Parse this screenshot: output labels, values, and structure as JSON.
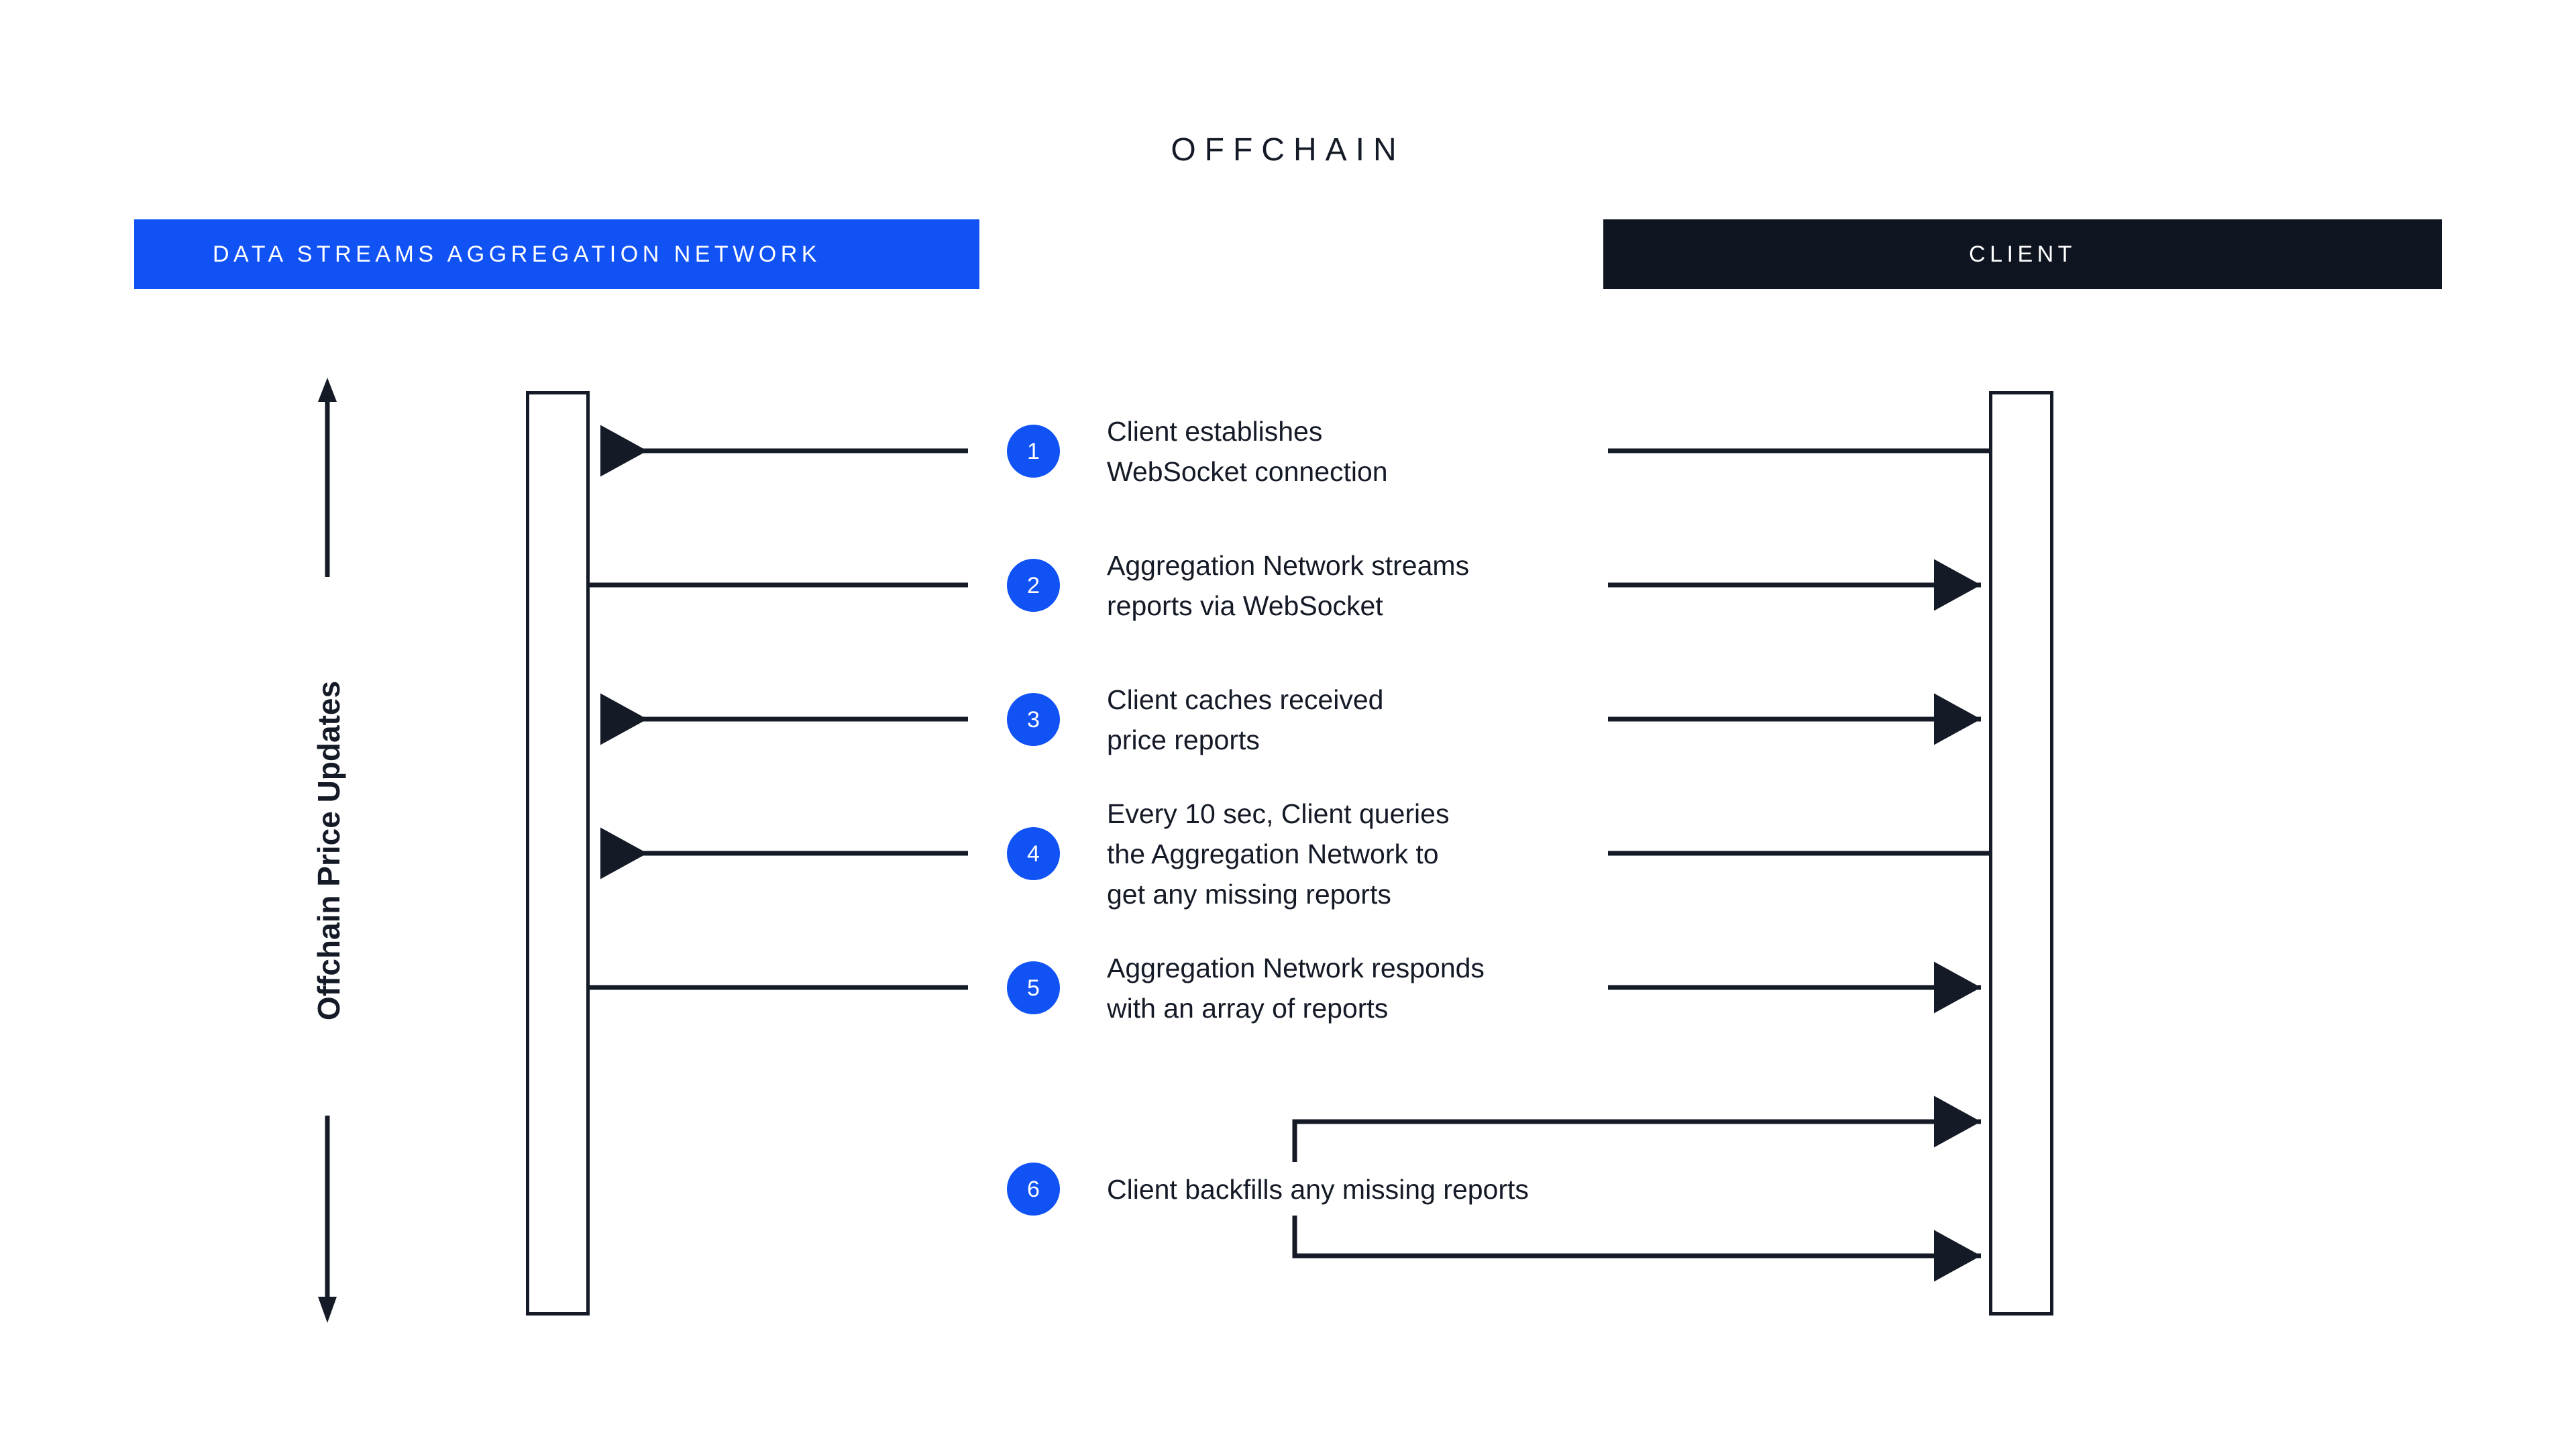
{
  "diagram": {
    "title": "OFFCHAIN",
    "type": "sequence-diagram",
    "axis_label": "Offchain Price Updates",
    "lanes": [
      {
        "id": "network",
        "label": "DATA STREAMS AGGREGATION NETWORK",
        "color": "#1152F5",
        "text_color": "#FFFFFF"
      },
      {
        "id": "client",
        "label": "CLIENT",
        "color": "#0E1420",
        "text_color": "#FFFFFF"
      }
    ],
    "accent_color": "#1152F5",
    "line_color": "#141A26",
    "background_color": "#FFFFFF",
    "steps": [
      {
        "number": "1",
        "text": "Client establishes\nWebSocket connection"
      },
      {
        "number": "2",
        "text": "Aggregation Network streams\nreports via WebSocket"
      },
      {
        "number": "3",
        "text": "Client caches received\nprice reports"
      },
      {
        "number": "4",
        "text": "Every 10 sec, Client queries\nthe Aggregation Network to\nget any missing reports"
      },
      {
        "number": "5",
        "text": "Aggregation Network responds\nwith an array of reports"
      },
      {
        "number": "6",
        "text": "Client backfills any missing reports"
      }
    ]
  }
}
